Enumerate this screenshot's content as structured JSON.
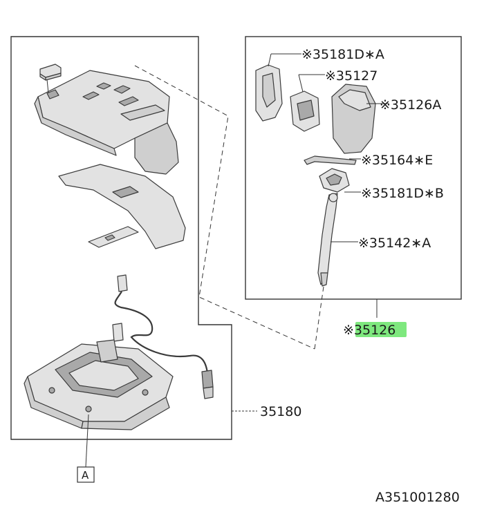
{
  "diagram": {
    "diagram_id": "A351001280",
    "parts": {
      "knob_plate": "※35181D∗A",
      "knob_button": "※35127",
      "knob": "※35126A",
      "clip": "※35164∗E",
      "knob_plate_b": "※35181D∗B",
      "lever_rod": "※35142∗A",
      "lever_assembly": "※35126",
      "shift_assembly": "35180"
    },
    "callout_box": "A",
    "highlight_color": "#7ee87e"
  }
}
